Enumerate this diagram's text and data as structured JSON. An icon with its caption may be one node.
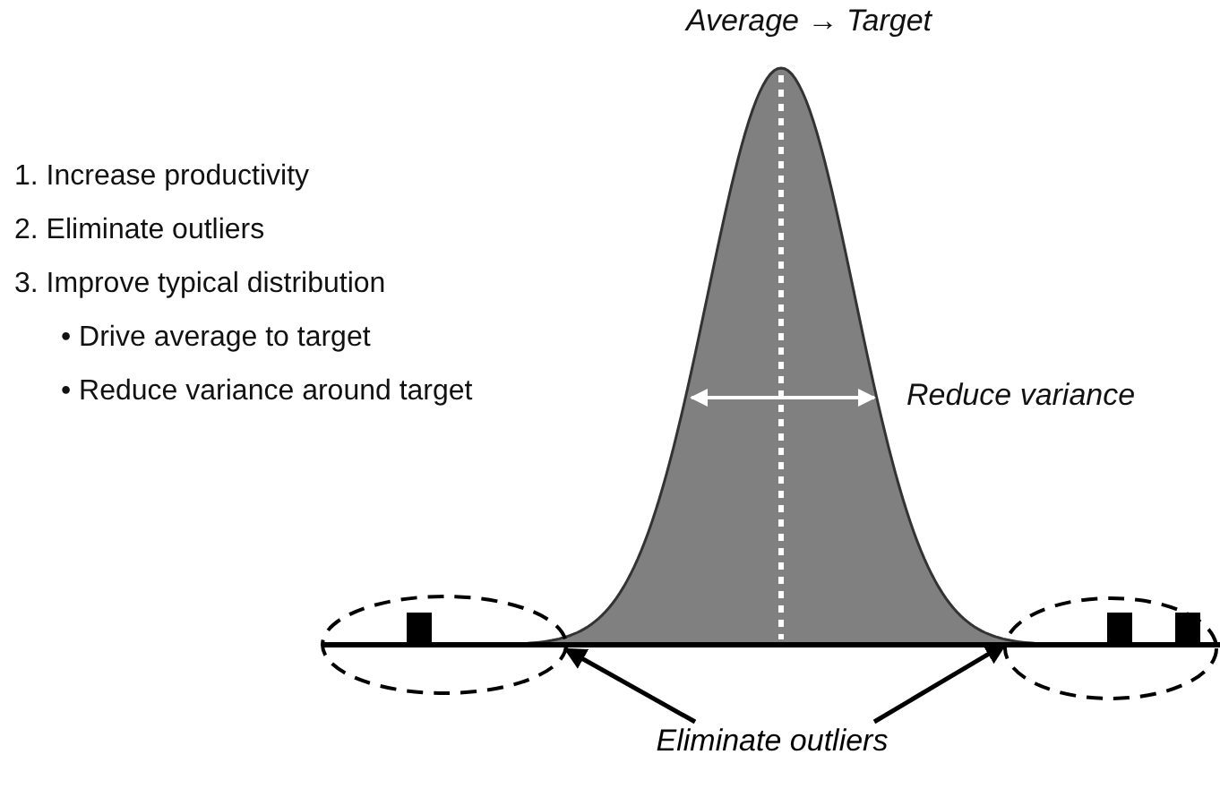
{
  "diagram": {
    "nodes": [
      {
        "text": [
          "Eliminate outliers"
        ]
      },
      {
        "text": [],
        "shape": "ellipse"
      },
      {
        "text": [],
        "shape": "ellipse"
      }
    ],
    "edges": [
      {
        "from": 0,
        "to": 1,
        "arrow": "to"
      },
      {
        "from": 0,
        "to": 2,
        "arrow": "to"
      }
    ],
    "labels": [
      "Average → Target",
      "1. Increase productivity",
      "2. Eliminate outliers",
      "3. Improve typical distribution",
      "• Drive average to target",
      "• Reduce variance around target",
      "Reduce variance"
    ]
  }
}
